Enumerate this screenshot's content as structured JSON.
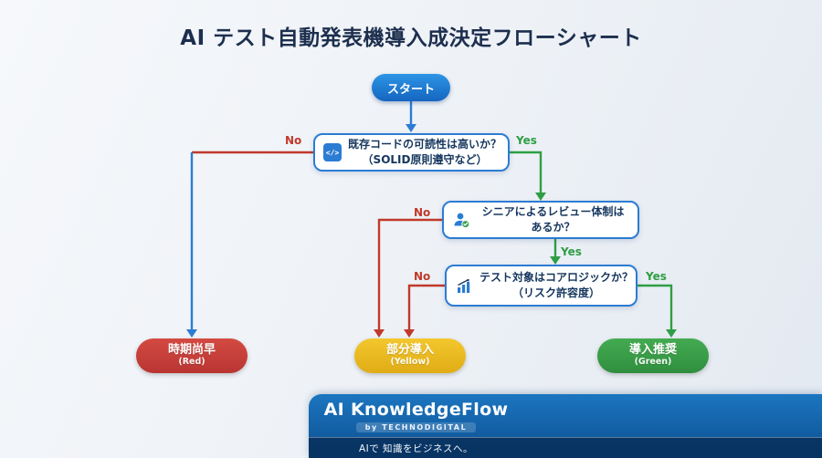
{
  "title": "AI テスト自動発表機導入成決定フローシャート",
  "colors": {
    "line_blue": "#2b7cd3",
    "line_red": "#c0392b",
    "line_green": "#2e9e44",
    "outcome_red": "#c43a36",
    "outcome_yellow": "#edbe1f",
    "outcome_green": "#3a9e48",
    "footer_blue": "#0d4e90"
  },
  "start": {
    "label": "スタート"
  },
  "decisions": [
    {
      "icon": "code-icon",
      "line1": "既存コードの可読性は高いか？",
      "line2": "（SOLID原則遵守など）"
    },
    {
      "icon": "reviewer-check-icon",
      "line1": "シニアによるレビュー体制は",
      "line2": "あるか？"
    },
    {
      "icon": "bar-chart-icon",
      "line1": "テスト対象はコアロジックか？",
      "line2": "（リスク許容度）"
    }
  ],
  "edges": [
    {
      "id": "readability-no",
      "label": "No"
    },
    {
      "id": "readability-yes",
      "label": "Yes"
    },
    {
      "id": "review-no",
      "label": "No"
    },
    {
      "id": "review-yes",
      "label": "Yes"
    },
    {
      "id": "corelogic-no",
      "label": "No"
    },
    {
      "id": "corelogic-yes",
      "label": "Yes"
    }
  ],
  "outcomes": [
    {
      "line1": "時期尚早",
      "line2": "(Red)"
    },
    {
      "line1": "部分導入",
      "line2": "(Yellow)"
    },
    {
      "line1": "導入推奨",
      "line2": "(Green)"
    }
  ],
  "footer": {
    "brand": "AI KnowledgeFlow",
    "byline": "by TECHNODIGITAL",
    "tagline": "AIで 知識をビジネスへ。"
  },
  "icons": {
    "code_glyph": "</>"
  }
}
